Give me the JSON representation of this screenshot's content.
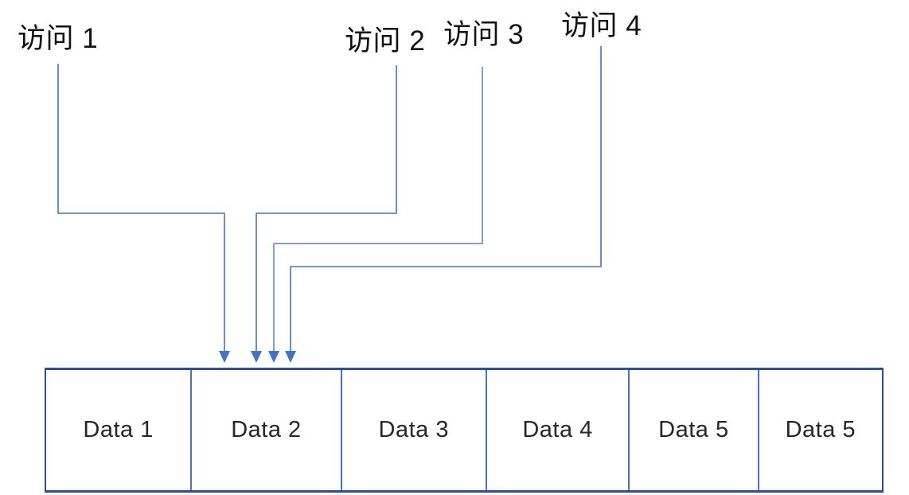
{
  "diagram": {
    "title_hint": "memory access pattern diagram",
    "access_labels": [
      {
        "label": "访问 1"
      },
      {
        "label": "访问 2"
      },
      {
        "label": "访问 3"
      },
      {
        "label": "访问 4"
      }
    ],
    "cells": [
      {
        "label": "Data 1"
      },
      {
        "label": "Data 2"
      },
      {
        "label": "Data 3"
      },
      {
        "label": "Data 4"
      },
      {
        "label": "Data 5"
      },
      {
        "label": "Data 5"
      }
    ],
    "colors": {
      "connector": "#4472C4",
      "arrowhead": "#4472C4",
      "array_border": "#2B4F97",
      "cell_divider": "#4472C4",
      "label_text": "#111111",
      "cell_text": "#262626"
    }
  }
}
